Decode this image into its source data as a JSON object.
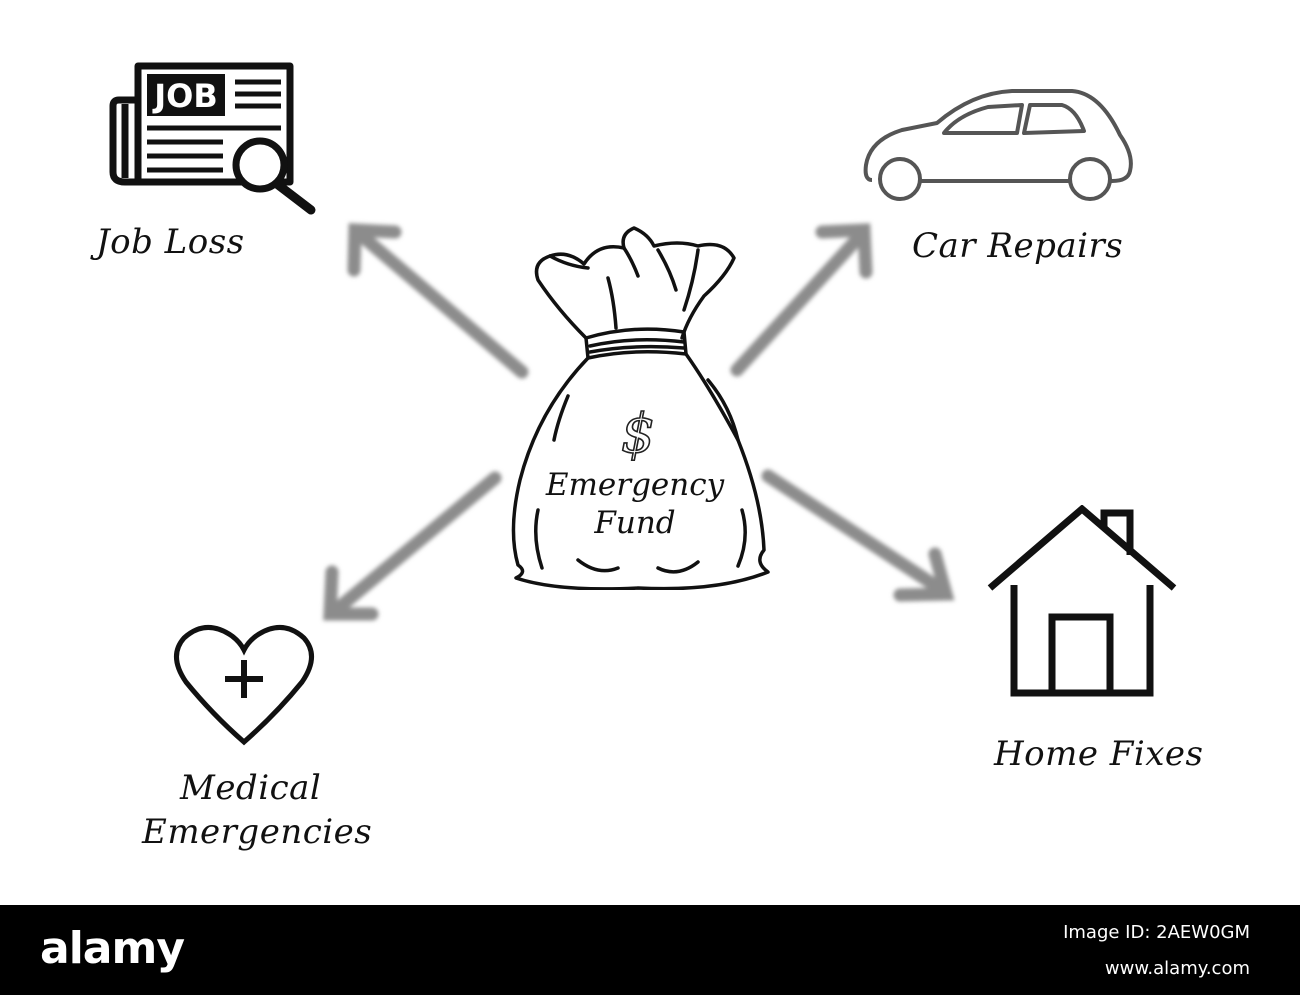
{
  "diagram": {
    "center": {
      "line1": "Emergency",
      "line2": "Fund",
      "symbol": "$"
    },
    "items": [
      {
        "label": "Job Loss",
        "icon": "job-newspaper-icon",
        "badge": "JOB"
      },
      {
        "label": "Car Repairs",
        "icon": "car-icon"
      },
      {
        "label": "Medical",
        "label2": "Emergencies",
        "icon": "heart-plus-icon"
      },
      {
        "label": "Home Fixes",
        "icon": "house-icon"
      }
    ],
    "arrow_color": "#8a8a8a"
  },
  "footer": {
    "logo": "alamy",
    "image_id": "Image ID: 2AEW0GM",
    "site": "www.alamy.com"
  }
}
